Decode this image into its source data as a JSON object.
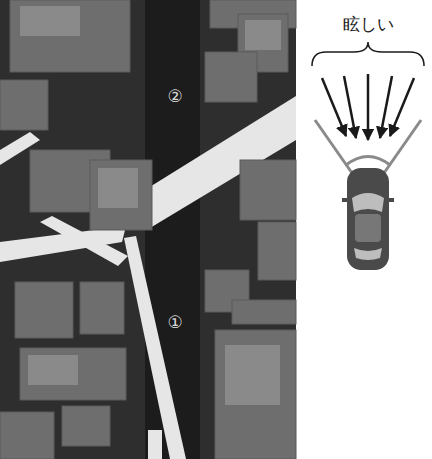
{
  "diagram": {
    "labels": [
      "②",
      "①",
      "眩しい"
    ]
  }
}
